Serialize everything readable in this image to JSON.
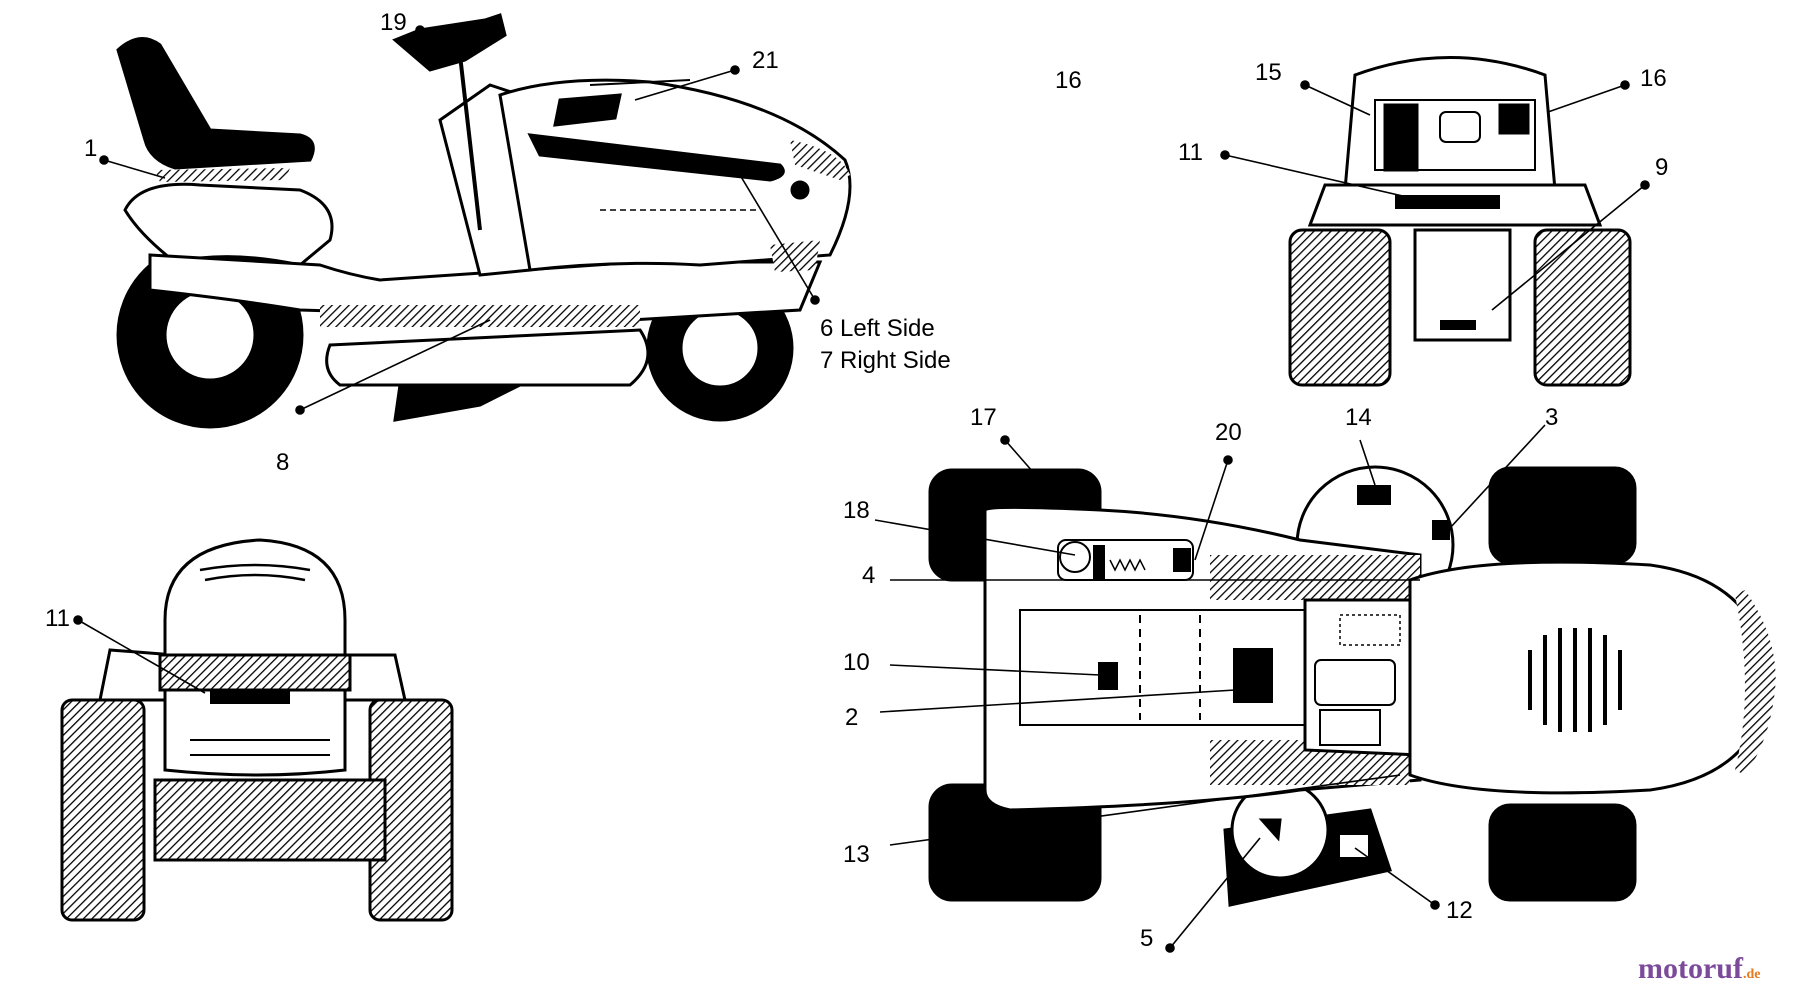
{
  "labels": {
    "n1": "1",
    "n2": "2",
    "n3": "3",
    "n4": "4",
    "n5": "5",
    "n6_left_side": "6 Left Side",
    "n7_right_side": "7 Right Side",
    "n8": "8",
    "n9": "9",
    "n10": "10",
    "n11_front": "11",
    "n11_rear": "11",
    "n12": "12",
    "n13": "13",
    "n14": "14",
    "n15": "15",
    "n16_top": "16",
    "n16_right": "16",
    "n17": "17",
    "n18": "18",
    "n19": "19",
    "n20": "20",
    "n21": "21"
  },
  "watermark": {
    "brand": "motoruf",
    "tld": ".de",
    "brand_color": "#7c4a9a",
    "accent_color": "#e57a1e"
  }
}
